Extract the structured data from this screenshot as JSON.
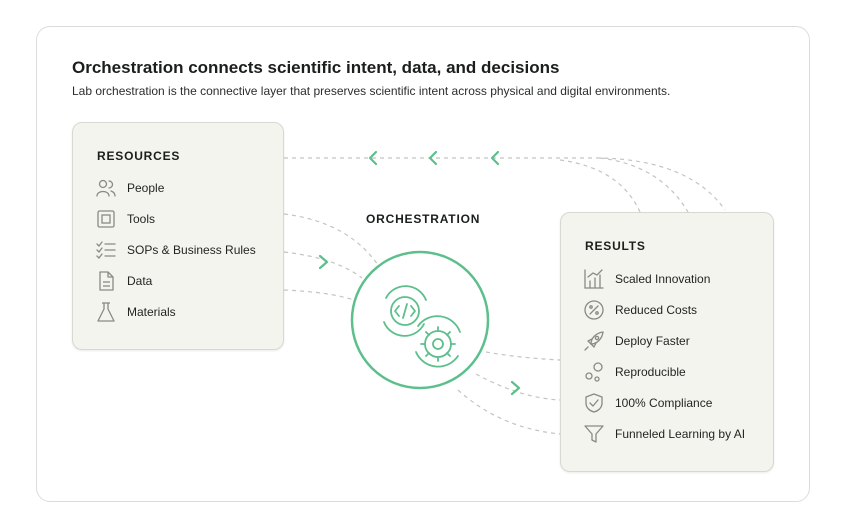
{
  "header": {
    "title": "Orchestration connects scientific intent, data, and decisions",
    "subtitle": "Lab orchestration is the connective layer that preserves scientific intent across physical and digital environments."
  },
  "resources": {
    "heading": "RESOURCES",
    "items": [
      {
        "label": "People",
        "icon": "people-icon"
      },
      {
        "label": "Tools",
        "icon": "tools-icon"
      },
      {
        "label": "SOPs & Business Rules",
        "icon": "checklist-icon"
      },
      {
        "label": "Data",
        "icon": "document-icon"
      },
      {
        "label": "Materials",
        "icon": "flask-icon"
      }
    ]
  },
  "orchestration": {
    "label": "ORCHESTRATION",
    "icons": [
      "code-icon",
      "gear-icon"
    ]
  },
  "results": {
    "heading": "RESULTS",
    "items": [
      {
        "label": "Scaled Innovation",
        "icon": "growth-chart-icon"
      },
      {
        "label": "Reduced Costs",
        "icon": "percent-icon"
      },
      {
        "label": "Deploy Faster",
        "icon": "rocket-icon"
      },
      {
        "label": "Reproducible",
        "icon": "molecule-icon"
      },
      {
        "label": "100% Compliance",
        "icon": "shield-check-icon"
      },
      {
        "label": "Funneled Learning by AI",
        "icon": "funnel-icon"
      }
    ]
  },
  "colors": {
    "accent": "#5cbf8c",
    "connector": "#c4c4c0",
    "card_bg": "#f4f4ef",
    "icon": "#8a8a84",
    "text": "#1f2320"
  }
}
